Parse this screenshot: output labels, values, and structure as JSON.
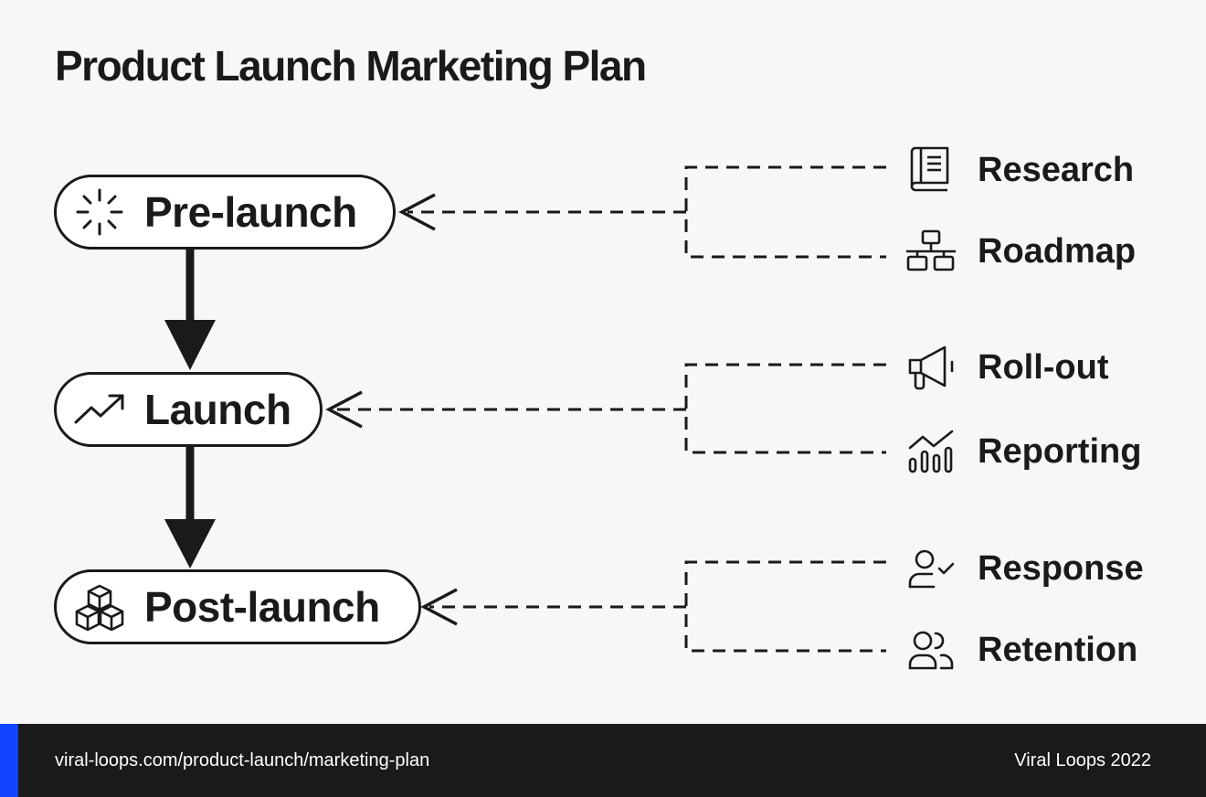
{
  "title": "Product Launch Marketing Plan",
  "stages": [
    {
      "label": "Pre-launch",
      "icon": "sparkle-icon"
    },
    {
      "label": "Launch",
      "icon": "trending-up-icon"
    },
    {
      "label": "Post-launch",
      "icon": "boxes-icon"
    }
  ],
  "activities": [
    {
      "label": "Research",
      "icon": "book-icon",
      "stage": "Pre-launch"
    },
    {
      "label": "Roadmap",
      "icon": "sitemap-icon",
      "stage": "Pre-launch"
    },
    {
      "label": "Roll-out",
      "icon": "megaphone-icon",
      "stage": "Launch"
    },
    {
      "label": "Reporting",
      "icon": "bar-chart-icon",
      "stage": "Launch"
    },
    {
      "label": "Response",
      "icon": "user-check-icon",
      "stage": "Post-launch"
    },
    {
      "label": "Retention",
      "icon": "users-icon",
      "stage": "Post-launch"
    }
  ],
  "footer": {
    "url": "viral-loops.com/product-launch/marketing-plan",
    "brand": "Viral Loops 2022"
  },
  "colors": {
    "background": "#f8f7f5",
    "ink": "#1a1a1a",
    "footer": "#1a1a1a",
    "accent": "#1245ff"
  }
}
